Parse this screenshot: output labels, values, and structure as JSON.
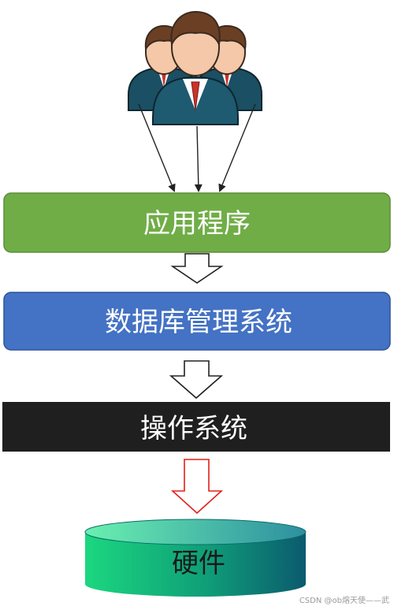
{
  "layers": {
    "application": {
      "label": "应用程序",
      "color": "#70AD47"
    },
    "dbms": {
      "label": "数据库管理系统",
      "color": "#4472C4"
    },
    "os": {
      "label": "操作系统",
      "color": "#1F1F1F"
    },
    "hardware": {
      "label": "硬件"
    }
  },
  "users_icon": "users-group-icon",
  "flow_arrows": {
    "default_color": "#000000",
    "hardware_arrow_color": "#E0201B"
  },
  "watermark": "CSDN @ob熔天使——武"
}
